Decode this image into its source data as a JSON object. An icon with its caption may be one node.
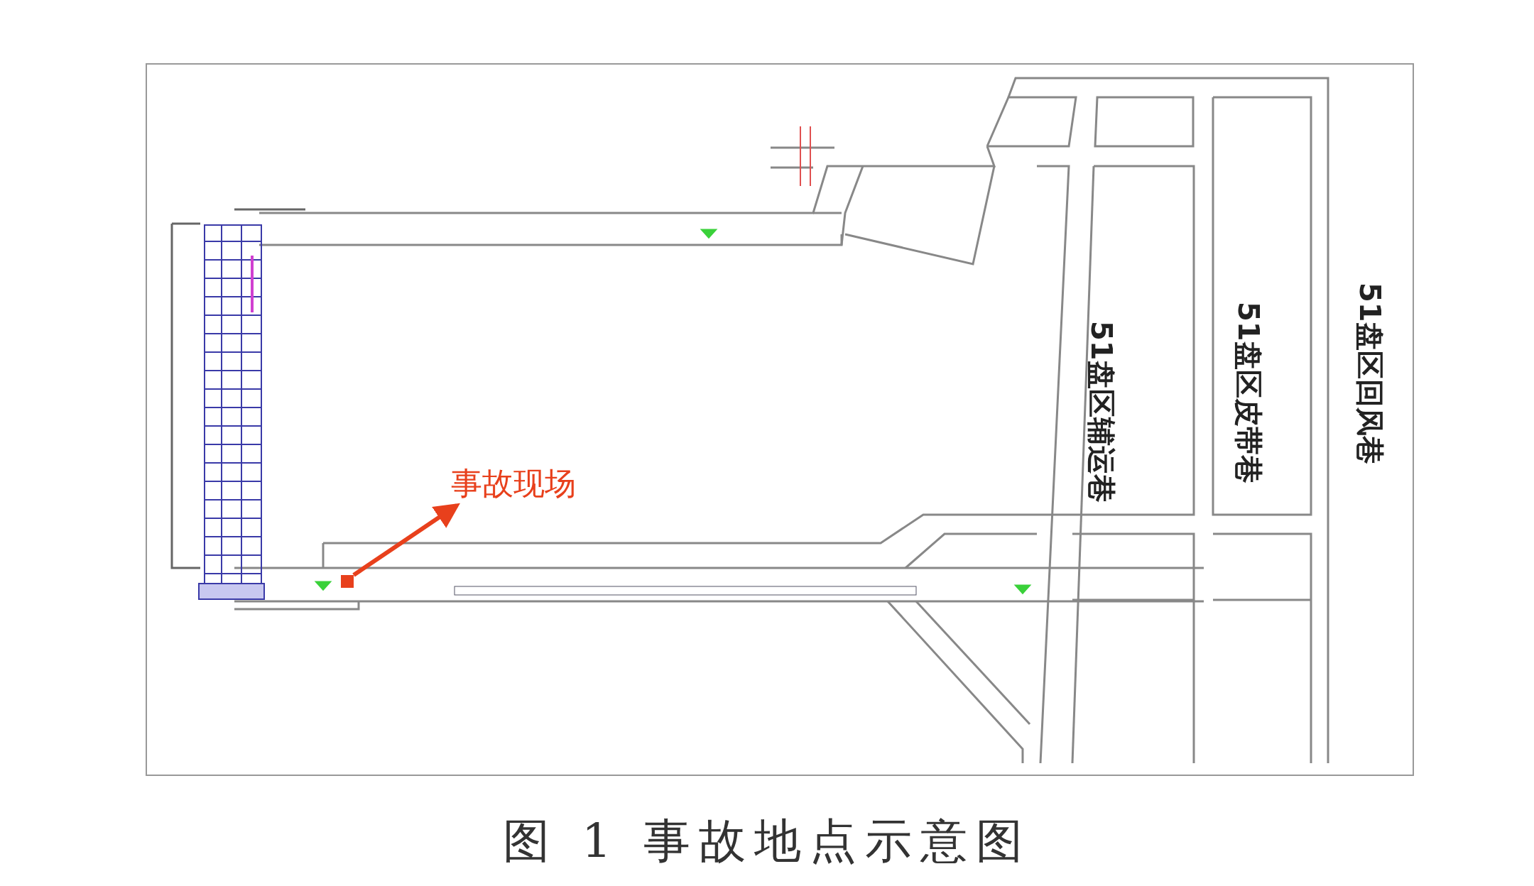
{
  "diagram": {
    "caption": "图 1 事故地点示意图",
    "nodes": [
      {
        "text": [
          "事故现场"
        ]
      },
      {
        "text": [],
        "shape": "box"
      }
    ],
    "edges": [
      {
        "from": 1,
        "to": 0,
        "arrow": "to",
        "color": "#e8401c"
      }
    ],
    "labels": [
      "51盘区辅运巷",
      "51盘区皮带巷",
      "51盘区回风巷"
    ]
  }
}
